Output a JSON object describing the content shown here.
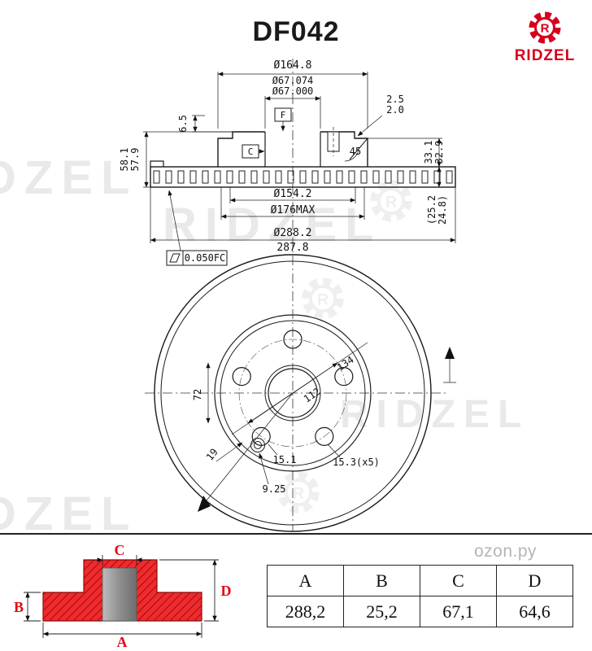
{
  "header": {
    "part_number": "DF042",
    "brand": "RIDZEL",
    "logo_letter": "R"
  },
  "watermark": {
    "brand": "RIDZEL",
    "logo_letter": "R",
    "ozon": "ozon.ру"
  },
  "drawing": {
    "section": {
      "dia_outer_hat": "Ø164.8",
      "dia_bore_max": "Ø67.074",
      "dia_bore_min": "Ø67.000",
      "pad_step_max": "2.5",
      "pad_step_min": "2.0",
      "flange_thickness": "6.5",
      "datum_f": "F",
      "datum_c": "C",
      "chamfer_angle": "45",
      "height_max": "58.1",
      "height_min": "57.9",
      "hat_depth_max": "33.1",
      "hat_depth_min": "32.9",
      "dia_vent_inner": "Ø154.2",
      "dia_hub_max": "Ø176MAX",
      "thickness_max": "(25.2",
      "thickness_min": "24.8)",
      "dia_outer_max": "Ø288.2",
      "dia_outer_min": "287.8",
      "flatness_tol": "0.050FC"
    },
    "front": {
      "dim_134": "134",
      "dim_112": "112",
      "dim_72": "72",
      "dim_19": "19",
      "dim_15_1": "15.1",
      "dim_15_3": "15.3(x5)",
      "dim_9_25": "9.25"
    }
  },
  "spec_table": {
    "headers": [
      "A",
      "B",
      "C",
      "D"
    ],
    "values": [
      "288,2",
      "25,2",
      "67,1",
      "64,6"
    ]
  },
  "schematic": {
    "label_a": "A",
    "label_b": "B",
    "label_c": "C",
    "label_d": "D"
  },
  "colors": {
    "brand_red": "#d6001c",
    "schematic_red": "#e8261f",
    "line": "#1a1a1a",
    "watermark_gray": "#e9e9e9"
  }
}
